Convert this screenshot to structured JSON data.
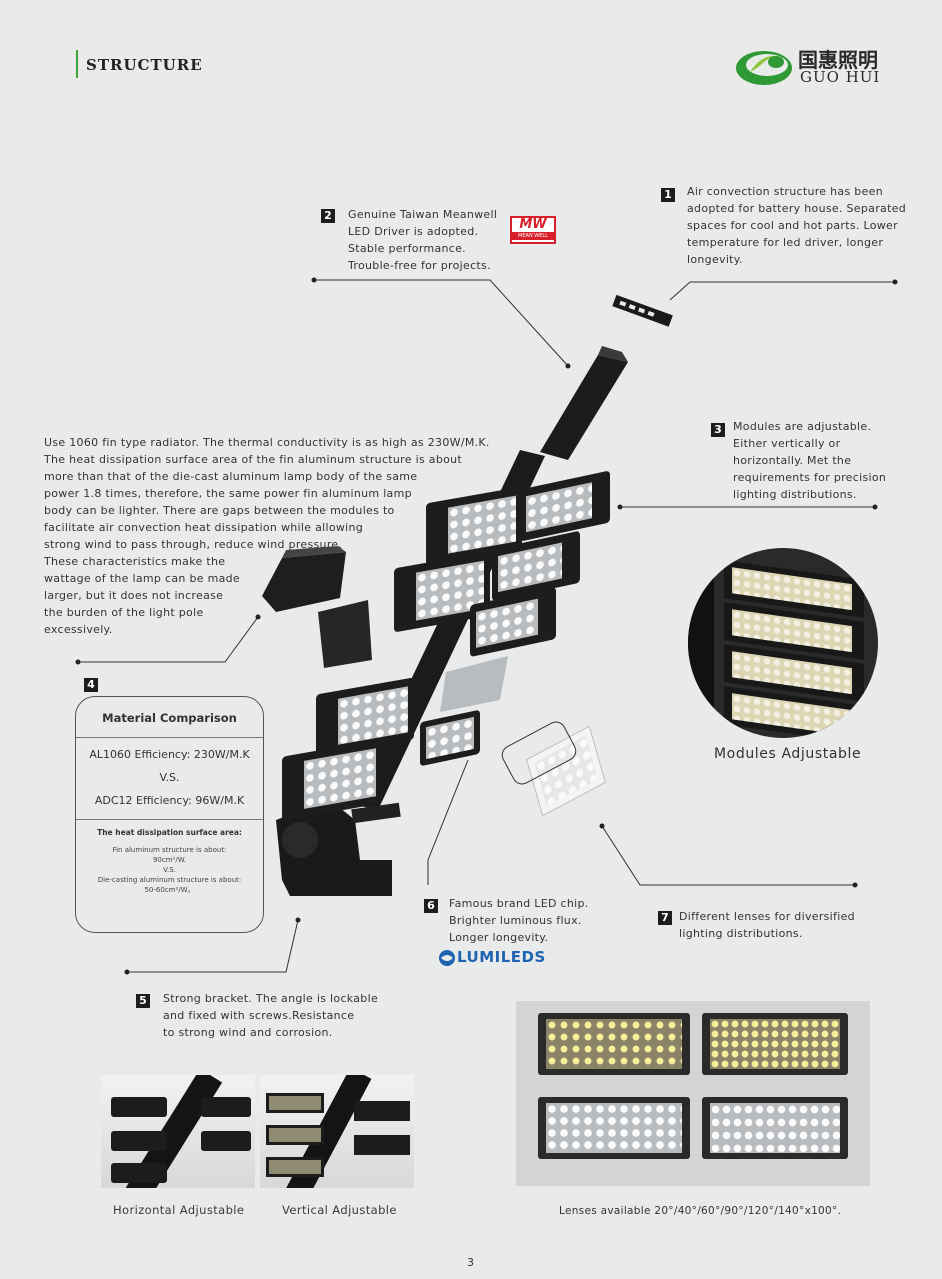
{
  "header": {
    "title": "STRUCTURE"
  },
  "logo": {
    "cn": "国惠照明",
    "en": "GUO HUI"
  },
  "callouts": [
    {
      "num": "1",
      "text": "Air convection structure has been\nadopted for battery house. Separated\nspaces for cool and hot parts. Lower\ntemperature for led driver, longer\nlongevity."
    },
    {
      "num": "2",
      "text": "Genuine Taiwan Meanwell\nLED Driver is adopted.\nStable performance.\nTrouble-free for projects."
    },
    {
      "num": "3",
      "text": "Modules are adjustable.\nEither vertically or\nhorizontally. Met the\nrequirements for precision\nlighting distributions."
    },
    {
      "num": "4",
      "text": ""
    },
    {
      "num": "5",
      "text": "Strong bracket. The angle is lockable\nand fixed with screws.Resistance\nto strong wind and corrosion."
    },
    {
      "num": "6",
      "text": "Famous brand LED chip.\nBrighter luminous flux.\nLonger longevity."
    },
    {
      "num": "7",
      "text": "Different lenses for diversified\nlighting distributions."
    }
  ],
  "meanwell": {
    "logo": "MW",
    "sub": "MEAN WELL"
  },
  "lumileds": {
    "label": "LUMILEDS"
  },
  "radiator_text": "Use 1060 fin type radiator. The thermal conductivity is as high as 230W/M.K.\nThe heat dissipation surface area of the fin aluminum structure is about\nmore than that of the die-cast aluminum lamp body of the same\npower 1.8 times, therefore, the same power fin aluminum lamp\nbody can be lighter. There are gaps between the modules to\nfacilitate air convection heat dissipation while allowing\nstrong wind to pass through, reduce wind pressure.\nThese characteristics make the\nwattage of the lamp can be made\nlarger, but it does not increase\nthe burden of the light pole\nexcessively.",
  "comparison": {
    "title": "Material Comparison",
    "al1060": "AL1060 Efficiency:  230W/M.K",
    "vs": "V.S.",
    "adc12": "ADC12 Efficiency:  96W/M.K",
    "surface_title": "The heat dissipation surface area:",
    "surface_text": "Fin aluminum structure is about:\n90cm²/W.\nV.S.\nDie-casting aluminum structure is about:\n50-60cm²/W。"
  },
  "captions": {
    "modules_adjustable": "Modules Adjustable",
    "horizontal": "Horizontal Adjustable",
    "vertical": "Vertical Adjustable",
    "lenses": "Lenses available 20°/40°/60°/90°/120°/140°x100°."
  },
  "page_number": "3",
  "colors": {
    "accent_green": "#2f9a35",
    "meanwell_red": "#d8202a",
    "lumileds_blue": "#1f63b3"
  }
}
